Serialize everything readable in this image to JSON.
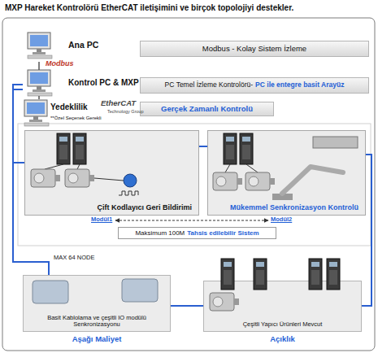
{
  "diagram": {
    "title": "MXP Hareket Kontrolörü EtherCAT iletişimini ve birçok topolojiyi destekler.",
    "nodes": [
      {
        "text": [
          "Ana PC"
        ]
      },
      {
        "text": [
          "Modbus - Kolay Sistem İzleme"
        ]
      },
      {
        "text": [
          "Kontrol PC & MXP"
        ]
      },
      {
        "text": [
          "PC Temel İzleme Kontrolörü-",
          "PC ile entegre basit Arayüz"
        ]
      },
      {
        "text": [
          "Yedeklilik",
          "**Özel Seçenek Gerekli"
        ]
      },
      {
        "text": [
          "Gerçek Zamanlı Kontrolü"
        ]
      },
      {
        "text": [
          "Çift Kodlayıcı Geri Bildirimi"
        ]
      },
      {
        "text": [
          "Mükemmel Senkronizasyon Kontrolü"
        ]
      },
      {
        "text": [
          "Maksimum 100M",
          "Tahsis edilebilir Sistem"
        ]
      },
      {
        "text": [
          "Basit Kablolama ve çeşitli IO modülü Senkronizasyonu",
          "Aşağı Maliyet"
        ]
      },
      {
        "text": [
          "Çeşitli Yapıcı Ürünleri Mevcut",
          "Açıklık"
        ]
      }
    ],
    "edges": [
      {
        "from": 0,
        "to": 2,
        "arrow": "none"
      },
      {
        "from": 2,
        "to": 4,
        "arrow": "none"
      },
      {
        "from": 2,
        "to": 6,
        "arrow": "none"
      },
      {
        "from": 6,
        "to": 7,
        "arrow": "none"
      },
      {
        "from": 7,
        "to": 10,
        "arrow": "none"
      },
      {
        "from": 10,
        "to": 9,
        "arrow": "none"
      },
      {
        "from": 2,
        "to": 9,
        "arrow": "none"
      }
    ],
    "labels": [
      "Modbus",
      "EtherCAT",
      "Technology Group",
      "Modül1",
      "Modül2",
      "MAX 64 NODE"
    ]
  }
}
